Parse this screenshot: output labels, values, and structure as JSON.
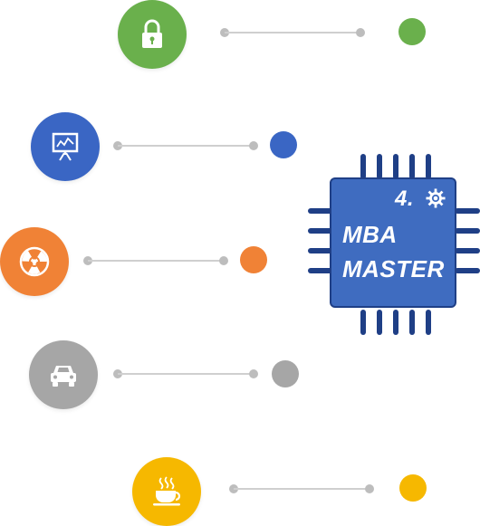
{
  "chip": {
    "version": "4.",
    "line1": "MBA",
    "line2": "MASTER",
    "color": "#3f6cc0"
  },
  "rows": [
    {
      "icon": "lock-icon",
      "color": "#6ab04c"
    },
    {
      "icon": "presentation-board-icon",
      "color": "#3a66c4"
    },
    {
      "icon": "radiation-icon",
      "color": "#f08236"
    },
    {
      "icon": "car-icon",
      "color": "#a6a6a6"
    },
    {
      "icon": "coffee-cup-icon",
      "color": "#f6b800"
    }
  ]
}
